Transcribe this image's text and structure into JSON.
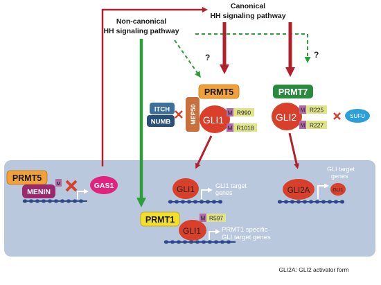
{
  "canonical_title": [
    "Canonical",
    "HH signaling pathway"
  ],
  "noncanonical_title": [
    "Non-canonical",
    "HH signaling pathway"
  ],
  "question_mark": "?",
  "nodes": {
    "prmt5_top": "PRMT5",
    "prmt7": "PRMT7",
    "mep50": "MEP50",
    "itch": "ITCH",
    "numb": "NUMB",
    "gli1_top": "GLI1",
    "gli2_top": "GLI2",
    "sufu": "SUFU",
    "m": "M",
    "r990": "R990",
    "r1018": "R1018",
    "r225": "R225",
    "r227": "R227",
    "prmt5_nucleus": "PRMT5",
    "menin": "MENIN",
    "gas1": "GAS1",
    "gli1_nucleus": "GLI1",
    "gli2a": "GLI2A",
    "gli1_small": "GLI1",
    "prmt1": "PRMT1",
    "r597": "R597",
    "gli1_bottom": "GLI1"
  },
  "labels": {
    "gli_target_genes_1": [
      "GLI1 target",
      "genes"
    ],
    "gli_target_genes_2": [
      "GLI target",
      "genes"
    ],
    "prmt1_specific": [
      "PRMT1 specific",
      "GLI target genes"
    ]
  },
  "footnote": "GLI2A: GLI2 activator form",
  "colors": {
    "nucleus": "#b9c8dc",
    "red_arrow": "#b3202b",
    "green_arrow": "#2e9e3a",
    "gli_red": "#d8402b",
    "prmt5": "#f0a13a",
    "prmt7": "#2b8a3e",
    "prmt1": "#f3df2a",
    "mep50": "#c96f3c",
    "itch": "#3d6e9c",
    "numb": "#2a5077",
    "menin": "#9b2a6d",
    "gas1": "#e0237d",
    "sufu": "#2d9fd8",
    "m_box": "#b06aa6",
    "r_box": "#dfe38a"
  }
}
